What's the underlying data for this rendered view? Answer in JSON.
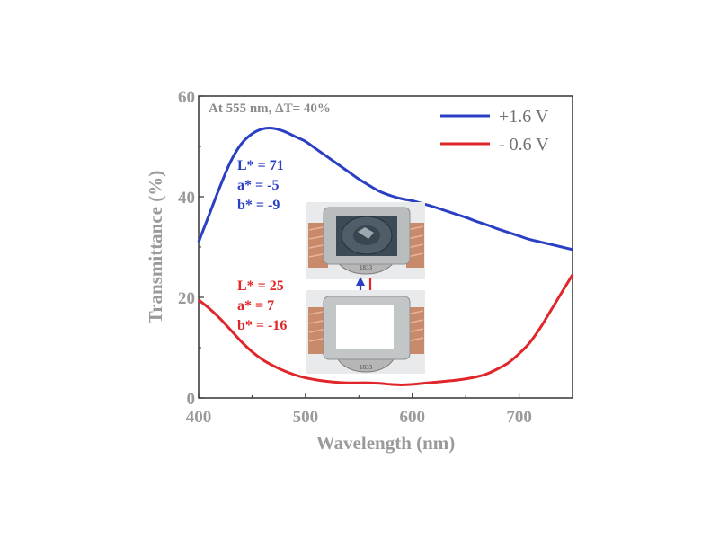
{
  "chart_data": {
    "type": "line",
    "title": "",
    "xlabel": "Wavelength (nm)",
    "ylabel": "Transmittance (%)",
    "xlim": [
      400,
      750
    ],
    "ylim": [
      0,
      60
    ],
    "xticks": [
      400,
      500,
      600,
      700
    ],
    "yticks": [
      0,
      20,
      40,
      60
    ],
    "grid": false,
    "legend_position": "top-right",
    "annotation": "At 555 nm, ΔT= 40%",
    "series": [
      {
        "name": "+1.6 V",
        "color": "#2a3fc4",
        "x": [
          400,
          410,
          420,
          430,
          440,
          450,
          460,
          470,
          480,
          490,
          500,
          510,
          520,
          530,
          540,
          550,
          560,
          570,
          580,
          590,
          600,
          610,
          620,
          630,
          640,
          650,
          660,
          670,
          680,
          690,
          700,
          710,
          720,
          730,
          740,
          750
        ],
        "y": [
          31,
          36.5,
          42,
          47,
          50.5,
          52.5,
          53.5,
          53.6,
          53,
          52,
          51,
          49.5,
          48,
          46.5,
          45,
          43.5,
          42.2,
          41,
          40.2,
          39.6,
          39.2,
          38.6,
          38,
          37.3,
          36.6,
          35.9,
          35.1,
          34.4,
          33.6,
          32.9,
          32.2,
          31.5,
          31,
          30.5,
          30,
          29.5
        ],
        "values_note": ""
      },
      {
        "name": "- 0.6 V",
        "color": "#e0262a",
        "x": [
          400,
          410,
          420,
          430,
          440,
          450,
          460,
          470,
          480,
          490,
          500,
          510,
          520,
          530,
          540,
          550,
          560,
          570,
          580,
          590,
          600,
          610,
          620,
          630,
          640,
          650,
          660,
          670,
          680,
          690,
          700,
          710,
          720,
          730,
          740,
          750
        ],
        "y": [
          19.5,
          17.8,
          15.8,
          13.5,
          11.2,
          9.2,
          7.6,
          6.4,
          5.4,
          4.6,
          4.0,
          3.6,
          3.3,
          3.1,
          3.0,
          3.0,
          3.0,
          2.9,
          2.7,
          2.6,
          2.7,
          2.9,
          3.1,
          3.3,
          3.5,
          3.8,
          4.2,
          4.8,
          5.8,
          7.0,
          8.8,
          11.0,
          14.0,
          17.5,
          21.0,
          24.5
        ]
      }
    ]
  },
  "lab_values": {
    "bleached": {
      "L": "L* = 71",
      "a": "a* = -5",
      "b": "b* = -9",
      "color": "#2a3fc4"
    },
    "colored": {
      "L": "L* = 25",
      "a": "a* = 7",
      "b": "b* = -16",
      "color": "#e0262a"
    }
  },
  "device_photos": {
    "top_seal_text": "1833",
    "bottom_seal_text": "1833"
  }
}
